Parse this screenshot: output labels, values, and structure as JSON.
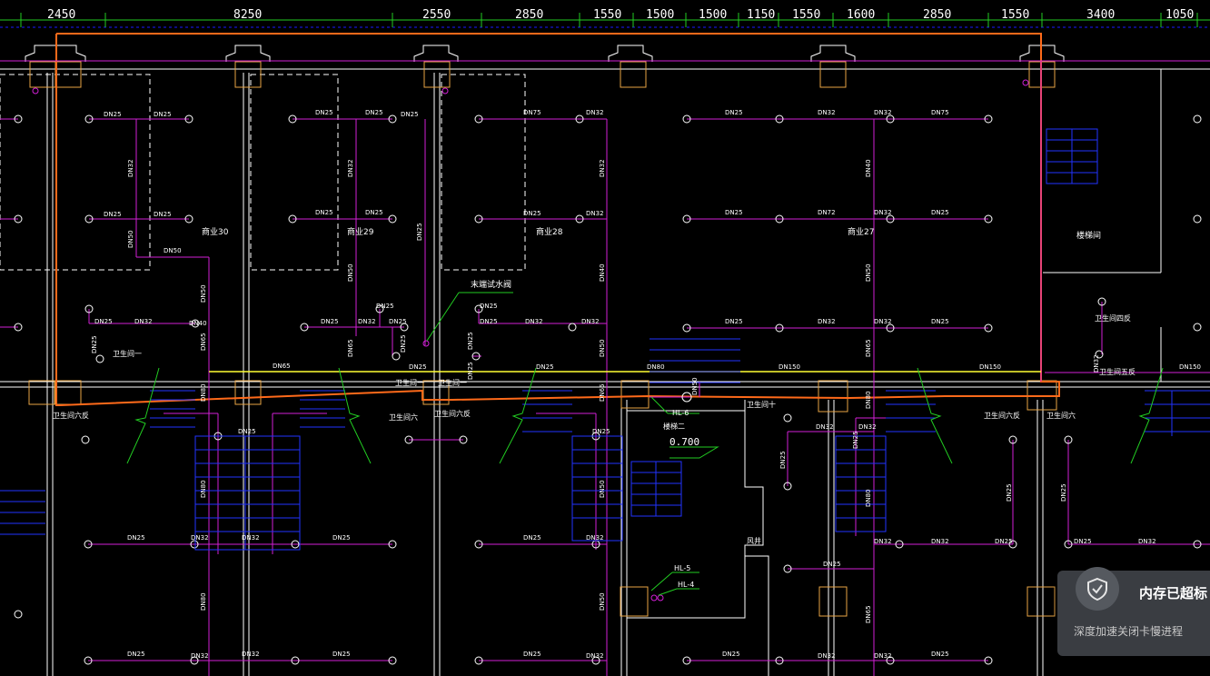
{
  "dimensions": [
    "2450",
    "8250",
    "2550",
    "2850",
    "1550",
    "1500",
    "1500",
    "1150",
    "1550",
    "1600",
    "2850",
    "1550",
    "3400",
    "1050"
  ],
  "rooms": {
    "shop30": "商业30",
    "shop29": "商业29",
    "shop28": "商业28",
    "shop27": "商业27",
    "stairwell": "楼梯间",
    "end_test_valve": "末端试水阀",
    "wc1": "卫生间一",
    "wc6_left": "卫生间六",
    "wc6_rev_left": "卫生间六反",
    "wc6_mid": "卫生间六",
    "wc6_rev_mid": "卫生间六反",
    "wc1_mid": "卫生间一",
    "wc_mid2": "卫生间一",
    "wc10": "卫生间十",
    "wc6_rev_right": "卫生间六反",
    "wc6_right": "卫生间六",
    "wc4_rev": "卫生间四反",
    "wc5_rev": "卫生间五反",
    "stair2": "楼梯二",
    "air_shaft": "风井"
  },
  "hydrants": {
    "hl6": "HL-6",
    "hl5": "HL-5",
    "hl4": "HL-4"
  },
  "elevation": "0.700",
  "pipes": {
    "dn25": "DN25",
    "dn32": "DN32",
    "dn40": "DN40",
    "dn50": "DN50",
    "dn65": "DN65",
    "dn72": "DN72",
    "dn75": "DN75",
    "dn80": "DN80",
    "dn150": "DN150"
  },
  "toast": {
    "title": "内存已超标",
    "subtitle": "深度加速关闭卡慢进程",
    "icon": "shield-check-icon"
  },
  "colors": {
    "wall": "#ffffff",
    "pipe": "#d21fd6",
    "stair": "#2233ff",
    "column": "#e8a545",
    "boundary": "#ff6a1a",
    "main_pipe": "#ffff33",
    "dim": "#22cc22"
  }
}
